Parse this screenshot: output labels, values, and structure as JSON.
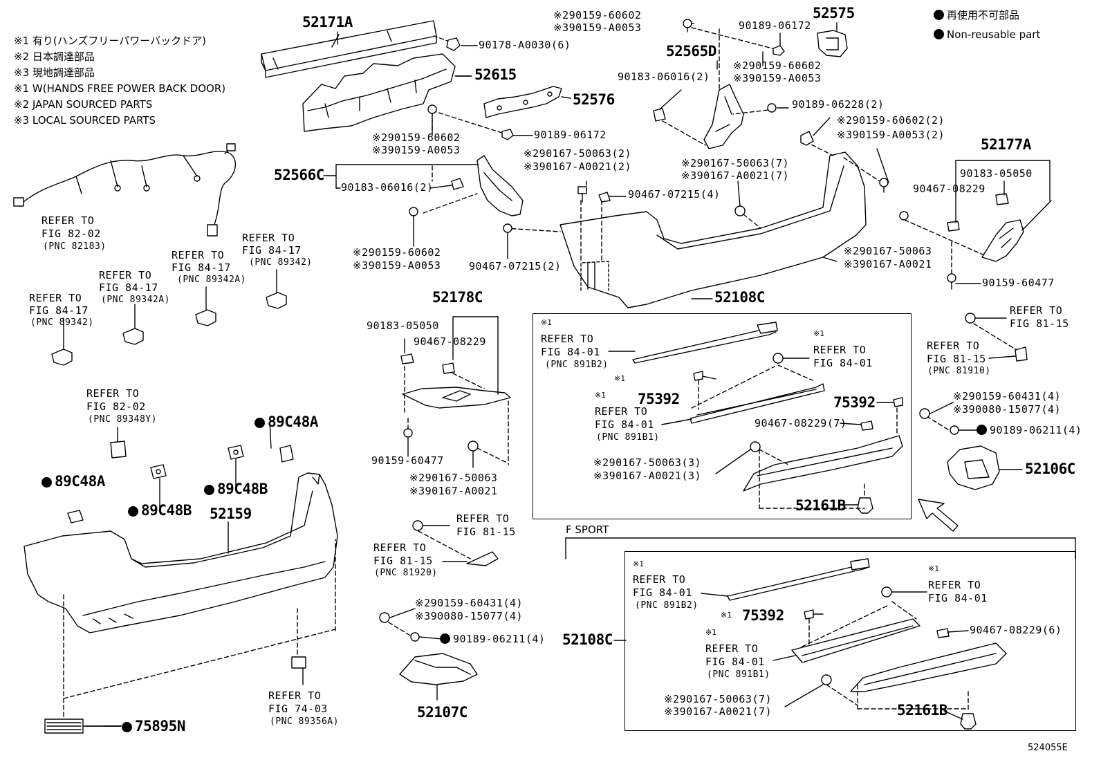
{
  "legend": {
    "non_reusable_jp": "再使用不可部品",
    "non_reusable_en": "Non-reusable part"
  },
  "notes": {
    "n1_jp": "※1 有り(ハンズフリーパワーバックドア)",
    "n2_jp": "※2 日本調達部品",
    "n3_jp": "※3 現地調達部品",
    "n1_en": "※1 W(HANDS FREE POWER BACK DOOR)",
    "n2_en": "※2 JAPAN SOURCED PARTS",
    "n3_en": "※3 LOCAL SOURCED PARTS"
  },
  "section_label": "F SPORT",
  "figure_code": "524055E",
  "colors": {
    "ink": "#000000",
    "paper": "#ffffff"
  },
  "labels": {
    "p52171A": "52171A",
    "p90178": "90178-A0030(6)",
    "p52615": "52615",
    "p52576": "52576",
    "p90159_60602_a": "90159-60602",
    "p90159_A0053_a": "90159-A0053",
    "p90189_06172_a": "90189-06172",
    "p52566C": "52566C",
    "p90183_06016_a": "90183-06016(2)",
    "p90167_50063_2": "90167-50063(2)",
    "p90167_A0021_2": "90167-A0021(2)",
    "p90467_07215_4": "90467-07215(4)",
    "p90159_60602_b": "90159-60602",
    "p90159_A0053_b": "90159-A0053",
    "p90467_07215_2": "90467-07215(2)",
    "p90159_60602_top": "90159-60602",
    "p90159_A0053_top": "90159-A0053",
    "p90189_06172_b": "90189-06172",
    "p52575": "52575",
    "p52565D": "52565D",
    "p90183_06016_b": "90183-06016(2)",
    "p90159_60602_c": "90159-60602",
    "p90159_A0053_c": "90159-A0053",
    "p90189_06228": "90189-06228(2)",
    "p90159_60602_2": "90159-60602(2)",
    "p90159_A0053_2": "90159-A0053(2)",
    "p90167_50063_7": "90167-50063(7)",
    "p90167_A0021_7": "90167-A0021(7)",
    "p52177A": "52177A",
    "p90183_05050_a": "90183-05050",
    "p90467_08229_a": "90467-08229",
    "p90167_50063_b": "90167-50063",
    "p90167_A0021_b": "90167-A0021",
    "p90159_60477_a": "90159-60477",
    "p52108C_top": "52108C",
    "p52178C": "52178C",
    "p90183_05050_b": "90183-05050",
    "p90467_08229_b": "90467-08229",
    "p90159_60477_b": "90159-60477",
    "p90167_50063_c": "90167-50063",
    "p90167_A0021_c": "90167-A0021",
    "p89C48A_a": "89C48A",
    "p89C48A_b": "89C48A",
    "p89C48B_a": "89C48B",
    "p89C48B_b": "89C48B",
    "p52159": "52159",
    "p75895N": "75895N",
    "p90159_60431_a": "90159-60431(4)",
    "p90080_15077_a": "90080-15077(4)",
    "p90189_06211_a": "90189-06211(4)",
    "p52107C": "52107C",
    "p90159_60431_b": "90159-60431(4)",
    "p90080_15077_b": "90080-15077(4)",
    "p90189_06211_b": "90189-06211(4)",
    "p52106C": "52106C",
    "b1_75392_a": "75392",
    "b1_75392_b": "75392",
    "b1_90467_08229_7": "90467-08229(7)",
    "b1_90167_50063_3": "90167-50063(3)",
    "b1_90167_A0021_3": "90167-A0021(3)",
    "b1_52161B": "52161B",
    "b2_75392": "75392",
    "b2_90467_08229_6": "90467-08229(6)",
    "b2_90167_50063_7": "90167-50063(7)",
    "b2_90167_A0021_7": "90167-A0021(7)",
    "b2_52161B": "52161B",
    "b2_52108C": "52108C"
  },
  "marks": {
    "m1": "※1",
    "m2": "※2",
    "m3": "※3"
  },
  "refs": {
    "r_82_02_a": "REFER TO\nFIG 82-02",
    "r_82_02_a_pnc": "(PNC 82183)",
    "r_84_17_a": "REFER TO\nFIG 84-17",
    "r_84_17_a_pnc": "(PNC 89342)",
    "r_84_17_b": "REFER TO\nFIG 84-17",
    "r_84_17_b_pnc": "(PNC 89342A)",
    "r_84_17_c": "REFER TO\nFIG 84-17",
    "r_84_17_c_pnc": "(PNC 89342A)",
    "r_84_17_d": "REFER TO\nFIG 84-17",
    "r_84_17_d_pnc": "(PNC 89342)",
    "r_82_02_b": "REFER TO\nFIG 82-02",
    "r_82_02_b_pnc": "(PNC 89348Y)",
    "r_74_03": "REFER TO\nFIG 74-03",
    "r_74_03_pnc": "(PNC 89356A)",
    "r_81_15_a": "REFER TO\nFIG 81-15",
    "r_81_15_b": "REFER TO\nFIG 81-15",
    "r_81_15_b_pnc": "(PNC 81920)",
    "r_81_15_c": "REFER TO\nFIG 81-15",
    "r_81_15_d": "REFER TO\nFIG 81-15",
    "r_81_15_d_pnc": "(PNC 81910)",
    "b1_r1": "REFER TO\nFIG 84-01",
    "b1_r1_pnc": "(PNC 891B2)",
    "b1_r2": "REFER TO\nFIG 84-01",
    "b1_r3": "REFER TO\nFIG 84-01",
    "b1_r3_pnc": "(PNC 891B1)",
    "b2_r1": "REFER TO\nFIG 84-01",
    "b2_r1_pnc": "(PNC 891B2)",
    "b2_r2": "REFER TO\nFIG 84-01",
    "b2_r3": "REFER TO\nFIG 84-01",
    "b2_r3_pnc": "(PNC 891B1)"
  }
}
